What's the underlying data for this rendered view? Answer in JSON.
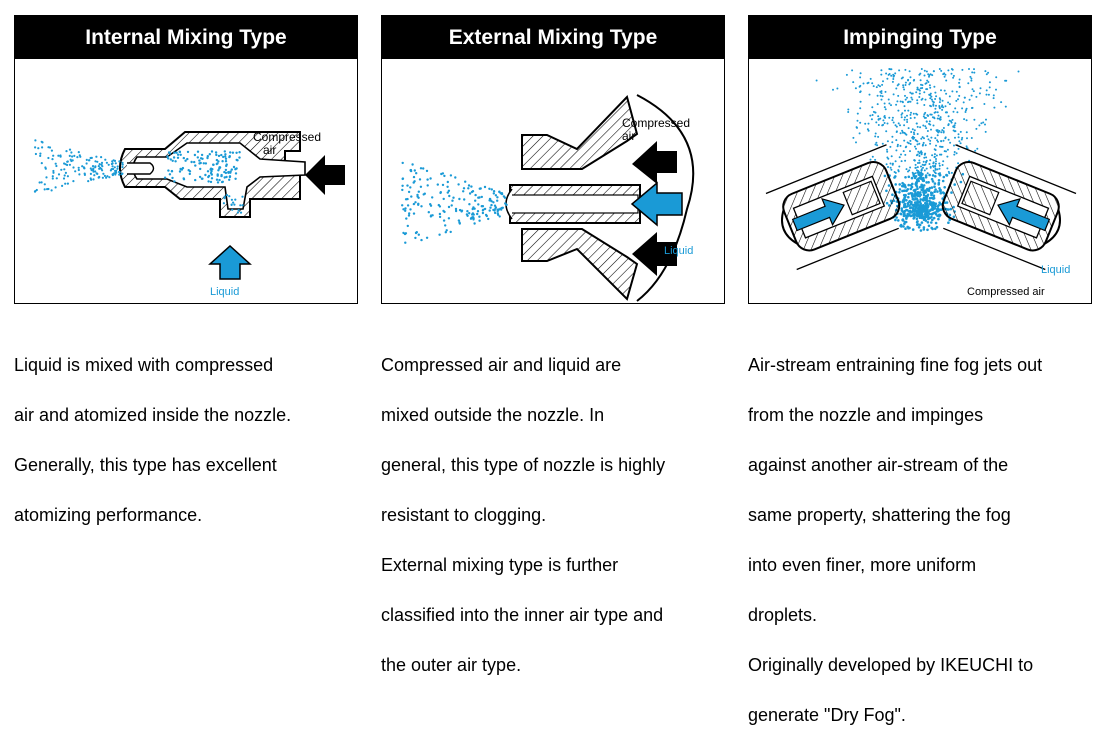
{
  "panels": [
    {
      "title": "Internal Mixing Type",
      "labels": {
        "air": "Compressed\nair",
        "liquid": "Liquid"
      },
      "description": [
        "Liquid is mixed with compressed",
        "air and atomized inside the nozzle.",
        "Generally, this type has excellent",
        "atomizing performance."
      ]
    },
    {
      "title": "External Mixing Type",
      "labels": {
        "air": "Compressed\nair",
        "liquid": "Liquid"
      },
      "description": [
        "Compressed air and liquid are",
        "mixed outside the nozzle. In",
        "general, this type of nozzle is highly",
        "resistant to clogging.",
        "External mixing type is further",
        "classified into the inner air type and",
        "the outer air type."
      ]
    },
    {
      "title": "Impinging Type",
      "labels": {
        "air": "Compressed air",
        "liquid": "Liquid"
      },
      "description": [
        "Air-stream entraining fine fog jets out",
        "from the nozzle and impinges",
        "against another air-stream of the",
        "same property, shattering the fog",
        "into even finer, more uniform",
        "droplets.",
        "Originally developed by IKEUCHI to",
        "generate \"Dry Fog\"."
      ]
    }
  ],
  "colors": {
    "liquid": "#1a9ad6",
    "header": "#000000",
    "arrow_air": "#000000"
  }
}
